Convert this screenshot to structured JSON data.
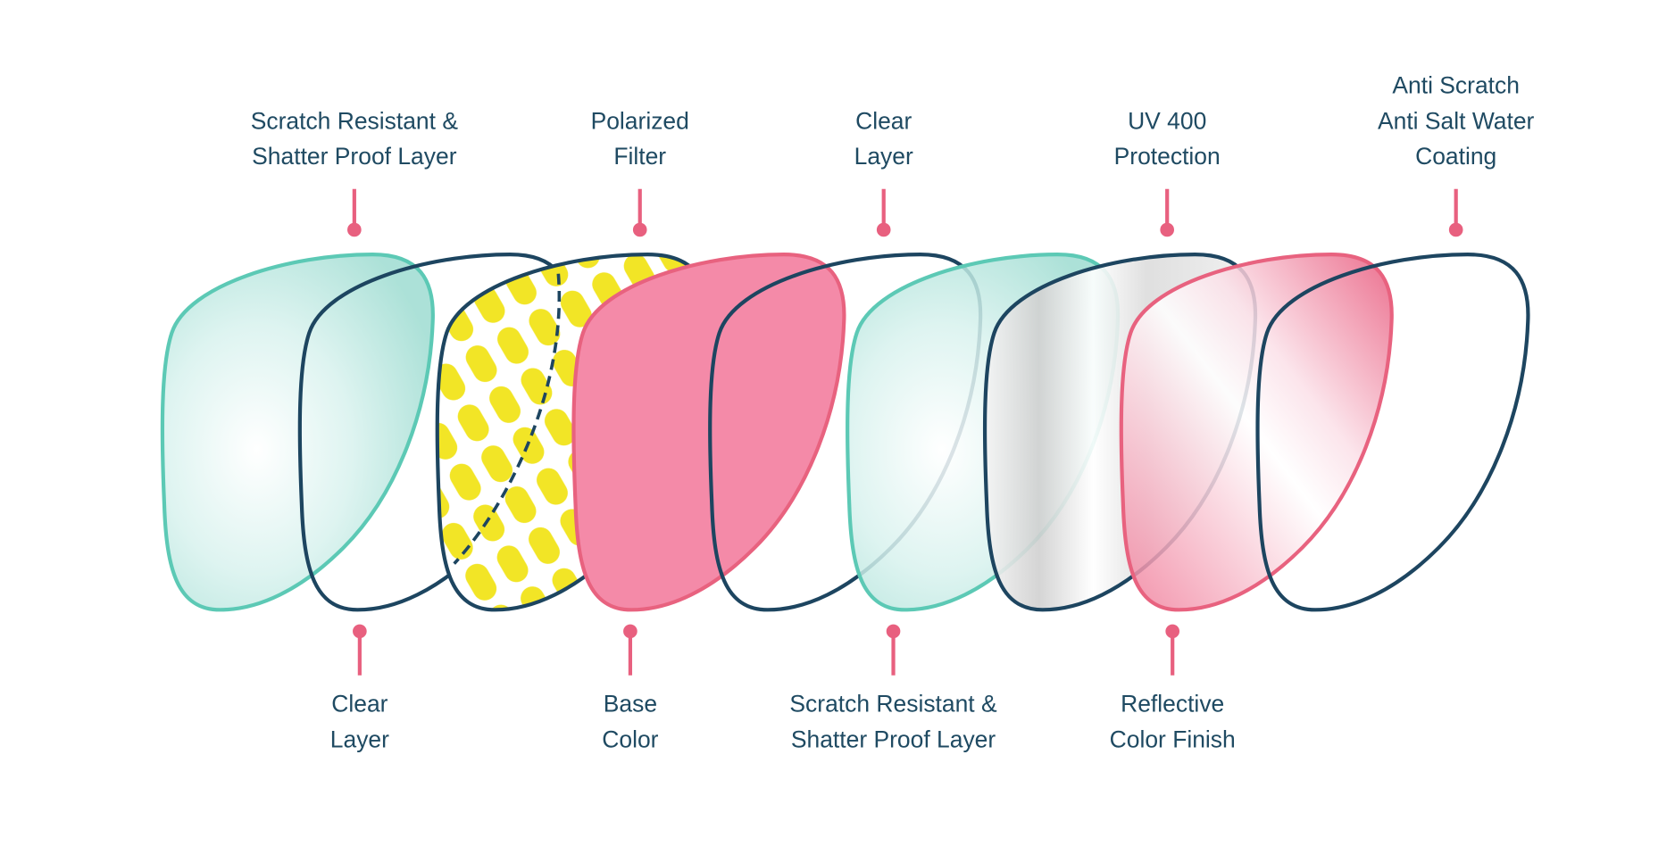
{
  "colors": {
    "navy": "#1d4560",
    "teal": "#5cc9b5",
    "pink": "#f48aa8",
    "pink_stroke": "#e8627f",
    "yellow": "#f2e526",
    "pin": "#e8607f",
    "text": "#1f4a62"
  },
  "labels_top": [
    {
      "lines": [
        "Scratch Resistant &",
        "Shatter Proof Layer"
      ]
    },
    {
      "lines": [
        "Polarized",
        "Filter"
      ]
    },
    {
      "lines": [
        "Clear",
        "Layer"
      ]
    },
    {
      "lines": [
        "UV 400",
        "Protection"
      ]
    },
    {
      "lines": [
        "Anti Scratch",
        "Anti Salt Water",
        "Coating"
      ]
    }
  ],
  "labels_bottom": [
    {
      "lines": [
        "Clear",
        "Layer"
      ]
    },
    {
      "lines": [
        "Base",
        "Color"
      ]
    },
    {
      "lines": [
        "Scratch Resistant &",
        "Shatter Proof Layer"
      ]
    },
    {
      "lines": [
        "Reflective",
        "Color Finish"
      ]
    }
  ],
  "lenses": [
    {
      "type": "teal"
    },
    {
      "type": "clear"
    },
    {
      "type": "yellow-pattern"
    },
    {
      "type": "pink"
    },
    {
      "type": "clear"
    },
    {
      "type": "teal"
    },
    {
      "type": "silver"
    },
    {
      "type": "pink-reflective"
    },
    {
      "type": "clear"
    }
  ]
}
